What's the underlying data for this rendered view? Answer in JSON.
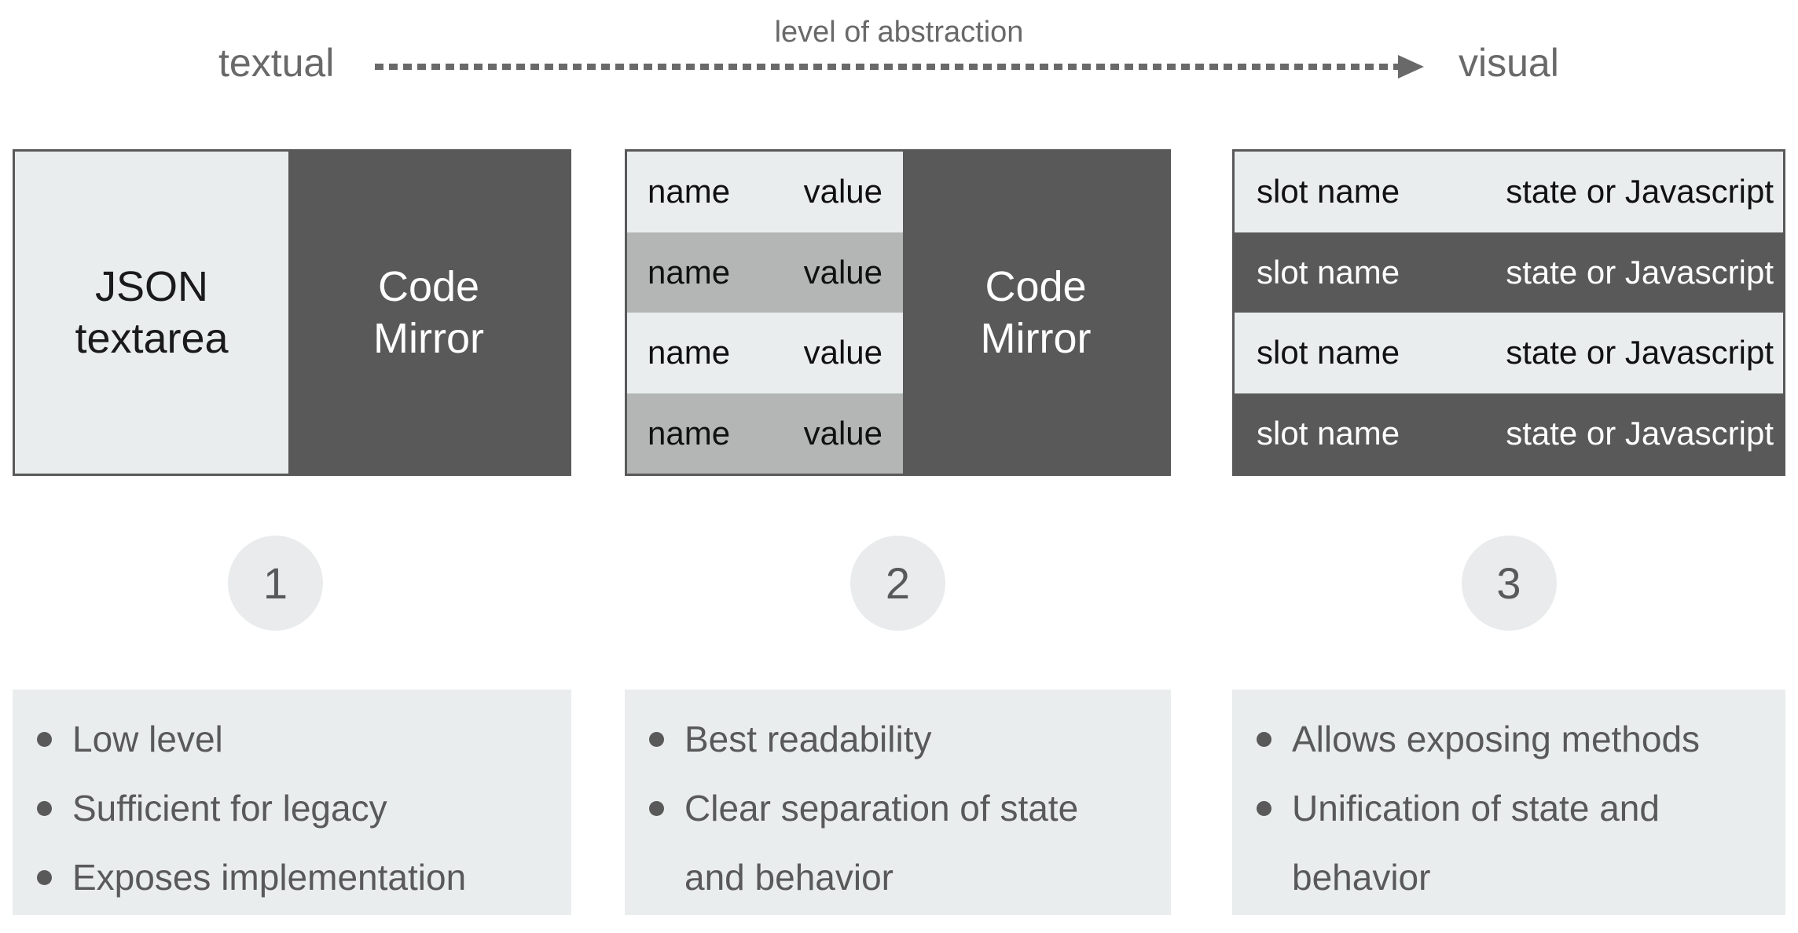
{
  "header": {
    "title": "level of abstraction",
    "left_label": "textual",
    "right_label": "visual"
  },
  "colors": {
    "dark_gray": "#595959",
    "light_gray": "#e9edee",
    "mid_gray": "#b4b5b5",
    "circle_gray": "#e9ebec",
    "header_text": "#696969",
    "black_text": "#1a1a1a",
    "white_text": "#ffffff"
  },
  "panel1": {
    "left_line1": "JSON",
    "left_line2": "textarea",
    "right_line1": "Code",
    "right_line2": "Mirror"
  },
  "panel2": {
    "rows": [
      {
        "name": "name",
        "value": "value"
      },
      {
        "name": "name",
        "value": "value"
      },
      {
        "name": "name",
        "value": "value"
      },
      {
        "name": "name",
        "value": "value"
      }
    ],
    "right_line1": "Code",
    "right_line2": "Mirror"
  },
  "panel3": {
    "rows": [
      {
        "name": "slot name",
        "value": "state or Javascript"
      },
      {
        "name": "slot name",
        "value": "state or Javascript"
      },
      {
        "name": "slot name",
        "value": "state or Javascript"
      },
      {
        "name": "slot name",
        "value": "state or Javascript"
      }
    ]
  },
  "steps": [
    {
      "number": "1",
      "bullets": [
        {
          "lines": [
            "Low level"
          ]
        },
        {
          "lines": [
            "Sufficient for legacy"
          ]
        },
        {
          "lines": [
            "Exposes implementation"
          ]
        }
      ]
    },
    {
      "number": "2",
      "bullets": [
        {
          "lines": [
            "Best readability"
          ]
        },
        {
          "lines": [
            "Clear separation of state",
            "and behavior"
          ]
        }
      ]
    },
    {
      "number": "3",
      "bullets": [
        {
          "lines": [
            "Allows exposing methods"
          ]
        },
        {
          "lines": [
            "Unification of state and",
            "behavior"
          ]
        }
      ]
    }
  ]
}
